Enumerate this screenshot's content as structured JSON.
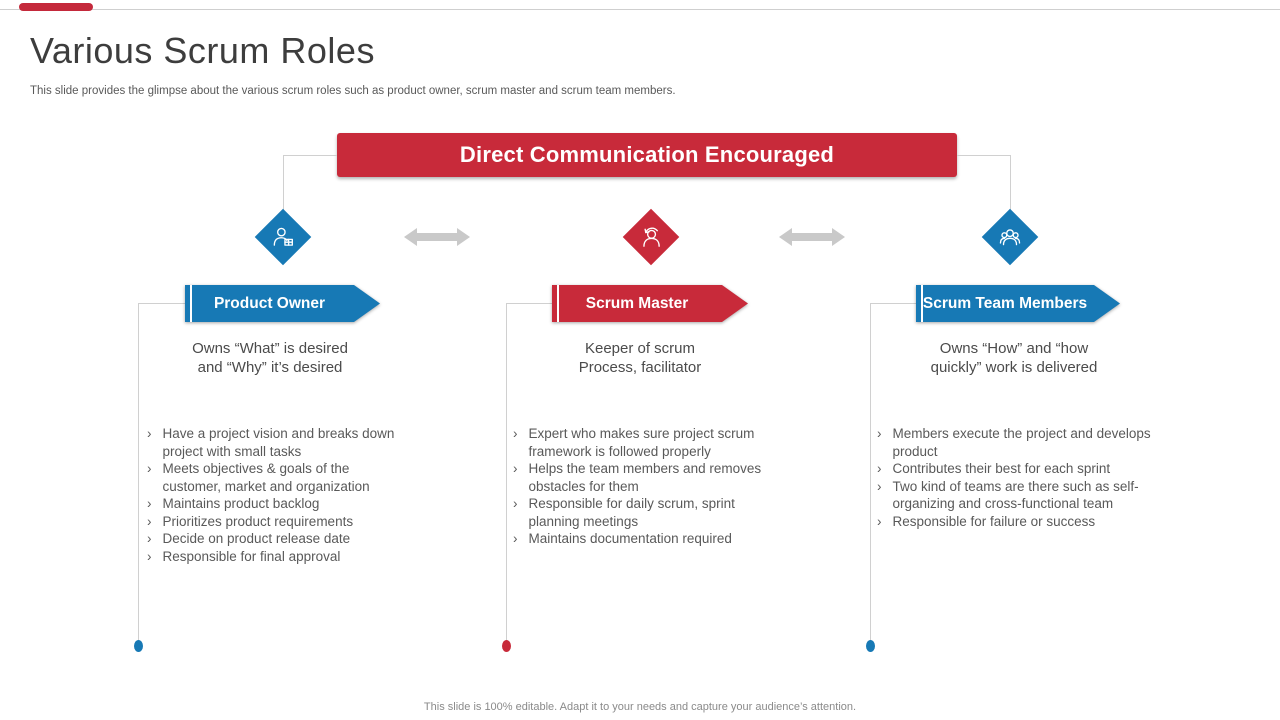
{
  "header": {
    "title": "Various Scrum Roles",
    "subtitle": "This slide provides the glimpse about the various scrum roles such as product owner, scrum master and scrum team members."
  },
  "banner": {
    "label": "Direct Communication Encouraged"
  },
  "bullet_marker": "›",
  "colors": {
    "red": "#c82a3a",
    "blue": "#1779b5",
    "connector_gray": "#d0d0d0",
    "arrow_gray": "#c9c9c9",
    "title_text": "#3d3d3d",
    "body_text": "#595959"
  },
  "columns": [
    {
      "title": "Product Owner",
      "theme": "blue",
      "icon": "product-owner-icon",
      "summary_lines": [
        "Owns “What” is desired",
        "and “Why” it’s desired"
      ],
      "bullets": [
        "Have a project vision and breaks down project with small tasks",
        "Meets objectives & goals of the customer, market and organization",
        "Maintains  product backlog",
        "Prioritizes product requirements",
        "Decide on product release date",
        "Responsible for final approval"
      ]
    },
    {
      "title": "Scrum Master",
      "theme": "red",
      "icon": "scrum-master-icon",
      "summary_lines": [
        "Keeper of scrum",
        "Process, facilitator"
      ],
      "bullets": [
        "Expert who makes sure project scrum framework is followed  properly",
        "Helps the team members and removes obstacles for them",
        "Responsible for daily scrum, sprint planning  meetings",
        "Maintains  documentation required"
      ]
    },
    {
      "title": "Scrum Team Members",
      "theme": "blue",
      "icon": "team-members-icon",
      "summary_lines": [
        "Owns “How” and “how",
        "quickly” work is delivered"
      ],
      "bullets": [
        "Members execute the project and develops product",
        "Contributes their best for each sprint",
        "Two kind of teams are there such as self-organizing and cross-functional team",
        "Responsible for failure or success"
      ]
    }
  ],
  "footer": {
    "note": "This slide is 100% editable.  Adapt it to your needs and capture your audience’s attention."
  }
}
